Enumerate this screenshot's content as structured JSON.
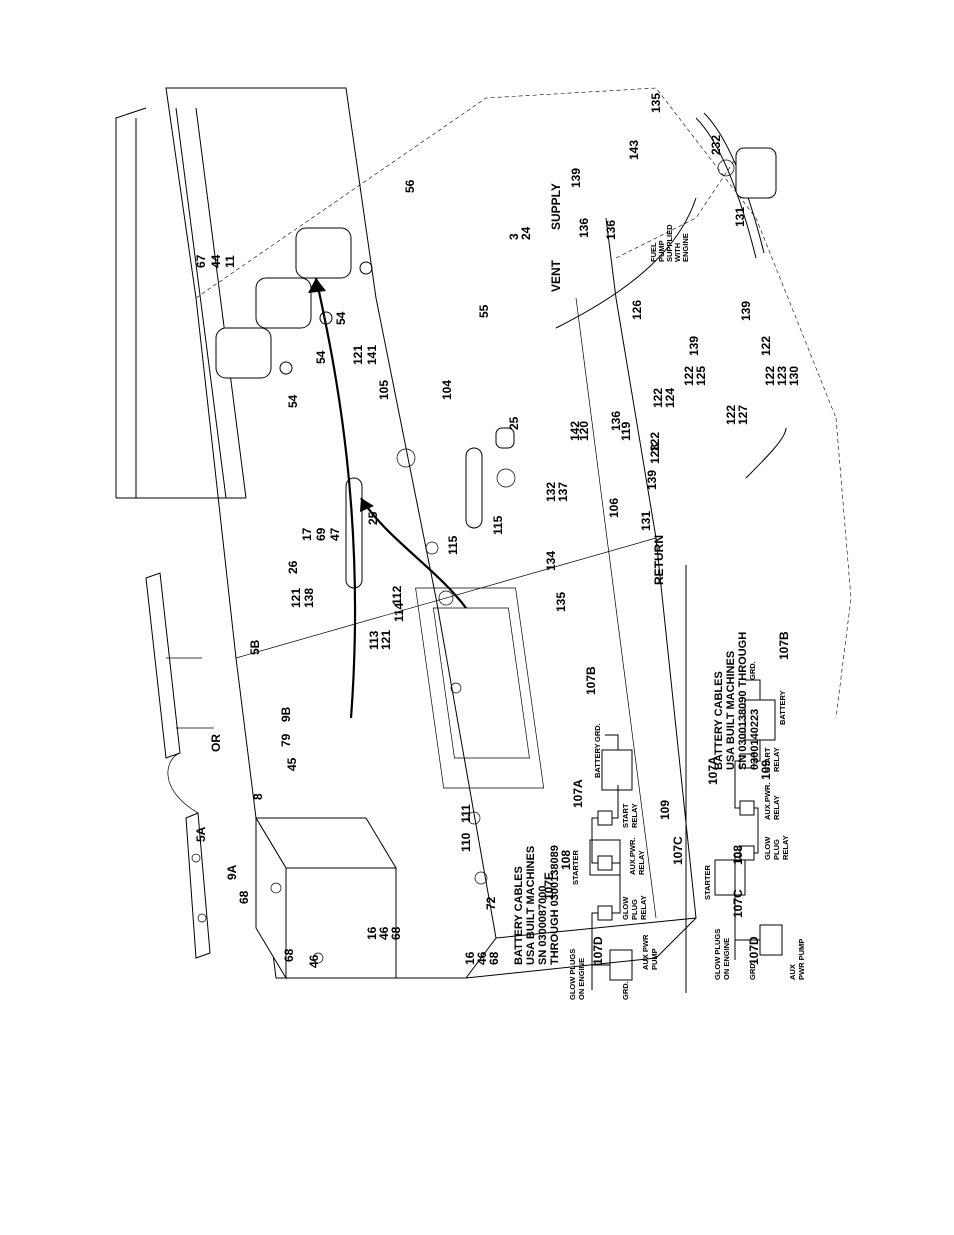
{
  "figure": {
    "or_label": "OR",
    "callouts": [
      "5A",
      "9A",
      "68",
      "68",
      "46",
      "8",
      "5B",
      "9B",
      "45",
      "79",
      "16",
      "46",
      "68",
      "16",
      "46",
      "68",
      "72",
      "110",
      "111",
      "113",
      "121",
      "114",
      "112",
      "121",
      "138",
      "26",
      "17",
      "69",
      "47",
      "115",
      "115",
      "25",
      "25",
      "104",
      "105",
      "121",
      "141",
      "54",
      "54",
      "54",
      "67",
      "44",
      "11",
      "56",
      "55",
      "3",
      "24",
      "136",
      "134",
      "135",
      "132",
      "137",
      "106",
      "142",
      "120",
      "119",
      "136",
      "131",
      "RETURN",
      "139",
      "122",
      "128",
      "122",
      "127",
      "122",
      "124",
      "122",
      "123",
      "130",
      "122",
      "125",
      "139",
      "139",
      "126",
      "VENT",
      "131",
      "136",
      "139",
      "SUPPLY",
      "143",
      "135",
      "232",
      "122"
    ],
    "fuel_pump_note": [
      "FUEL",
      "PUMP",
      "SUPPLIED",
      "WITH",
      "ENGINE"
    ],
    "lines": {
      "return": "RETURN",
      "vent": "VENT",
      "supply": "SUPPLY"
    }
  },
  "schematic_a": {
    "title": [
      "BATTERY CABLES",
      "USA BUILT MACHINES",
      "SN 0300087000",
      "THROUGH 0300138089"
    ],
    "labels": {
      "glow_plugs": [
        "GLOW PLUGS",
        "ON ENGINE"
      ],
      "grd": "GRD.",
      "aux_pump": [
        "AUX PWR",
        "PUMP"
      ],
      "starter": "STARTER",
      "glow_relay": [
        "GLOW",
        "PLUG",
        "RELAY"
      ],
      "aux_relay": [
        "AUX.PWR.",
        "RELAY"
      ],
      "start_relay": [
        "START",
        "RELAY"
      ],
      "battery": "BATTERY",
      "grd_battery": "GRD."
    },
    "callouts": [
      "107D",
      "107E",
      "108",
      "107C",
      "109",
      "107A",
      "107B"
    ]
  },
  "schematic_b": {
    "title": [
      "BATTERY CABLES",
      "USA BUILT MACHINES",
      "SN 0300138090 THROUGH",
      "0300140223"
    ],
    "labels": {
      "glow_plugs": [
        "GLOW PLUGS",
        "ON ENGINE"
      ],
      "grd": "GRD.",
      "aux_pump": [
        "AUX",
        "PWR PUMP"
      ],
      "starter": "STARTER",
      "glow_relay": [
        "GLOW",
        "PLUG",
        "RELAY"
      ],
      "aux_relay": [
        "AUX.PWR.",
        "RELAY"
      ],
      "start_relay": [
        "START",
        "RELAY"
      ],
      "battery": "BATTERY",
      "grd_battery": "GRD."
    },
    "callouts": [
      "107D",
      "107C",
      "108",
      "107A",
      "109",
      "107B"
    ]
  }
}
